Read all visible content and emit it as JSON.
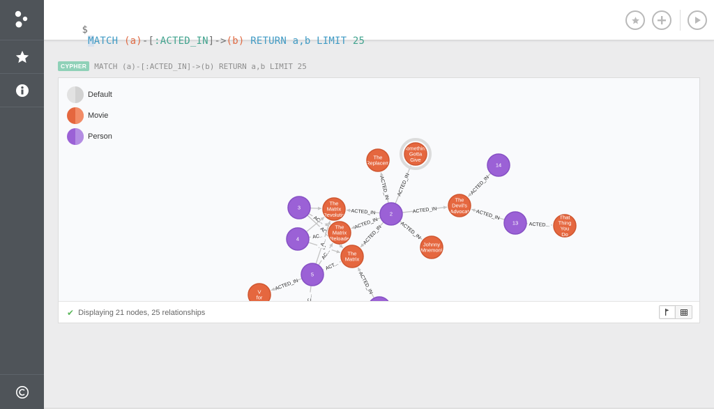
{
  "editor": {
    "prompt": "$",
    "query_tokens": [
      {
        "text": "MATCH",
        "kind": "kw-cursor"
      },
      {
        "text": " ",
        "kind": "punc"
      },
      {
        "text": "(a)",
        "kind": "var"
      },
      {
        "text": "-[",
        "kind": "punc"
      },
      {
        "text": ":ACTED_IN",
        "kind": "rel"
      },
      {
        "text": "]->",
        "kind": "punc"
      },
      {
        "text": "(b)",
        "kind": "var"
      },
      {
        "text": " RETURN",
        "kind": "kw"
      },
      {
        "text": " a,b",
        "kind": "kw"
      },
      {
        "text": " LIMIT",
        "kind": "kw"
      },
      {
        "text": " 25",
        "kind": "num"
      }
    ]
  },
  "frame": {
    "badge": "CYPHER",
    "query": "MATCH (a)-[:ACTED_IN]->(b) RETURN a,b LIMIT 25",
    "status": "Displaying 21 nodes, 25 relationships",
    "view_graph_icon": "graph-view-icon",
    "view_table_icon": "table-view-icon"
  },
  "legend": [
    {
      "label": "Default",
      "color": "#e2e2e2",
      "shade": "#d2d2d2"
    },
    {
      "label": "Movie",
      "color": "#e5673f",
      "shade": "#f28c67"
    },
    {
      "label": "Person",
      "color": "#9b61d6",
      "shade": "#b48de3"
    }
  ],
  "colors": {
    "movie": "#e5673f",
    "movie_stroke": "#cf5630",
    "person": "#9b61d6",
    "person_stroke": "#8650c4",
    "edge": "#c3c3c3",
    "sidebar": "#4f5459",
    "accent": "#8fd1b8"
  },
  "graph": {
    "nodes": [
      {
        "id": "n2",
        "type": "person",
        "lines": [
          "2"
        ]
      },
      {
        "id": "n3",
        "type": "person",
        "lines": [
          "3"
        ]
      },
      {
        "id": "n4",
        "type": "person",
        "lines": [
          "4"
        ]
      },
      {
        "id": "n5",
        "type": "person",
        "lines": [
          "5"
        ]
      },
      {
        "id": "n13",
        "type": "person",
        "lines": [
          "13"
        ]
      },
      {
        "id": "n14",
        "type": "person",
        "lines": [
          "14"
        ]
      },
      {
        "id": "nbot",
        "type": "person",
        "lines": [
          ""
        ]
      },
      {
        "id": "rep",
        "type": "movie",
        "lines": [
          "The",
          "Replacem"
        ]
      },
      {
        "id": "sgg",
        "type": "movie",
        "lines": [
          "Something",
          "Gotta",
          "Give"
        ],
        "halo": true
      },
      {
        "id": "rev",
        "type": "movie",
        "lines": [
          "The",
          "Matrix",
          "Revolutio"
        ]
      },
      {
        "id": "rel",
        "type": "movie",
        "lines": [
          "The",
          "Matrix",
          "Reloade"
        ]
      },
      {
        "id": "mat",
        "type": "movie",
        "lines": [
          "The",
          "Matrix"
        ]
      },
      {
        "id": "dev",
        "type": "movie",
        "lines": [
          "The",
          "Devil's",
          "Advocat"
        ]
      },
      {
        "id": "jm",
        "type": "movie",
        "lines": [
          "Johnny",
          "Mnemoni"
        ]
      },
      {
        "id": "ttyd",
        "type": "movie",
        "lines": [
          "That",
          "Thing",
          "You",
          "Do"
        ]
      },
      {
        "id": "vfv",
        "type": "movie",
        "lines": [
          "V",
          "for"
        ]
      }
    ],
    "edges": [
      {
        "from": "n2",
        "to": "rep",
        "label": "ACTED_IN"
      },
      {
        "from": "n2",
        "to": "sgg",
        "label": "ACTED_IN"
      },
      {
        "from": "n2",
        "to": "rev",
        "label": "ACTED_IN"
      },
      {
        "from": "n2",
        "to": "rel",
        "label": "ACTED_IN"
      },
      {
        "from": "n2",
        "to": "mat",
        "label": "ACTED_IN"
      },
      {
        "from": "n2",
        "to": "dev",
        "label": "ACTED_IN"
      },
      {
        "from": "n2",
        "to": "jm",
        "label": "ACTED_IN"
      },
      {
        "from": "n14",
        "to": "dev",
        "label": "ACTED_IN"
      },
      {
        "from": "n13",
        "to": "dev",
        "label": "ACTED_IN"
      },
      {
        "from": "n13",
        "to": "ttyd",
        "label": "ACTED..."
      },
      {
        "from": "n3",
        "to": "rev",
        "label": ""
      },
      {
        "from": "n3",
        "to": "rel",
        "label": "AC..."
      },
      {
        "from": "n3",
        "to": "mat",
        "label": "AC..."
      },
      {
        "from": "n4",
        "to": "rev",
        "label": ""
      },
      {
        "from": "n4",
        "to": "rel",
        "label": "AC..."
      },
      {
        "from": "n4",
        "to": "mat",
        "label": "AC..."
      },
      {
        "from": "n5",
        "to": "rev",
        "label": "A..."
      },
      {
        "from": "n5",
        "to": "rel",
        "label": "AC..."
      },
      {
        "from": "n5",
        "to": "mat",
        "label": "ACT..."
      },
      {
        "from": "n5",
        "to": "vfv",
        "label": "ACTED_IN"
      },
      {
        "from": "n5",
        "to": "offb",
        "label": "AC..."
      },
      {
        "from": "nbot",
        "to": "mat",
        "label": "ACTED_IN"
      }
    ]
  }
}
